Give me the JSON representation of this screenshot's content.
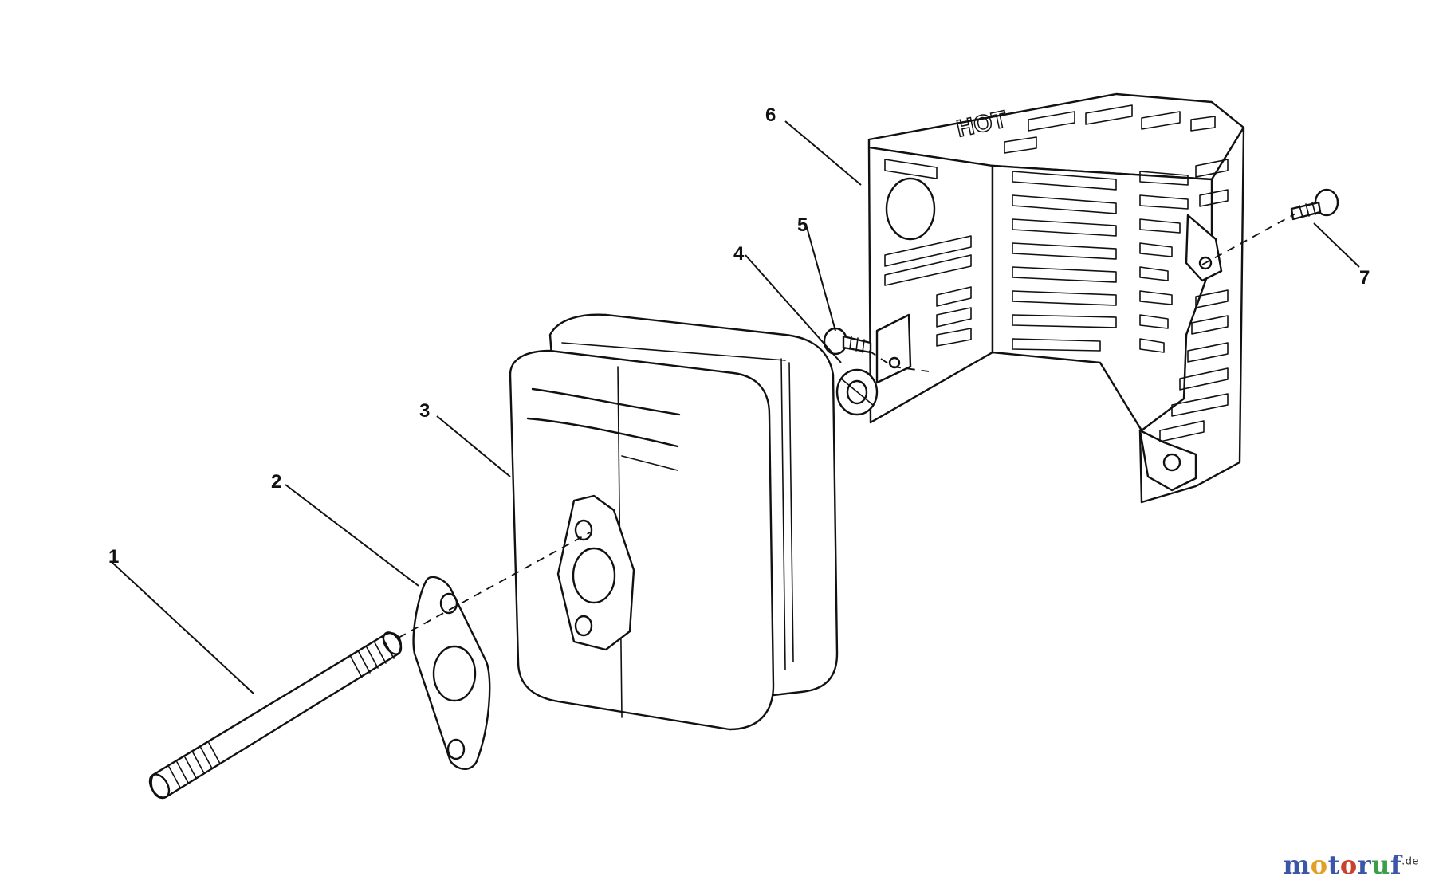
{
  "diagram": {
    "callouts": [
      {
        "id": "part-1",
        "label": "1"
      },
      {
        "id": "part-2",
        "label": "2"
      },
      {
        "id": "part-3",
        "label": "3"
      },
      {
        "id": "part-4",
        "label": "4"
      },
      {
        "id": "part-5",
        "label": "5"
      },
      {
        "id": "part-6",
        "label": "6"
      },
      {
        "id": "part-7",
        "label": "7"
      }
    ],
    "shield_stamp": "HOT"
  },
  "watermark": {
    "text": "motoruf",
    "suffix": ".de",
    "colors": [
      "#3b55a8",
      "#e0a125",
      "#c8402e",
      "#3b9e4a"
    ]
  }
}
